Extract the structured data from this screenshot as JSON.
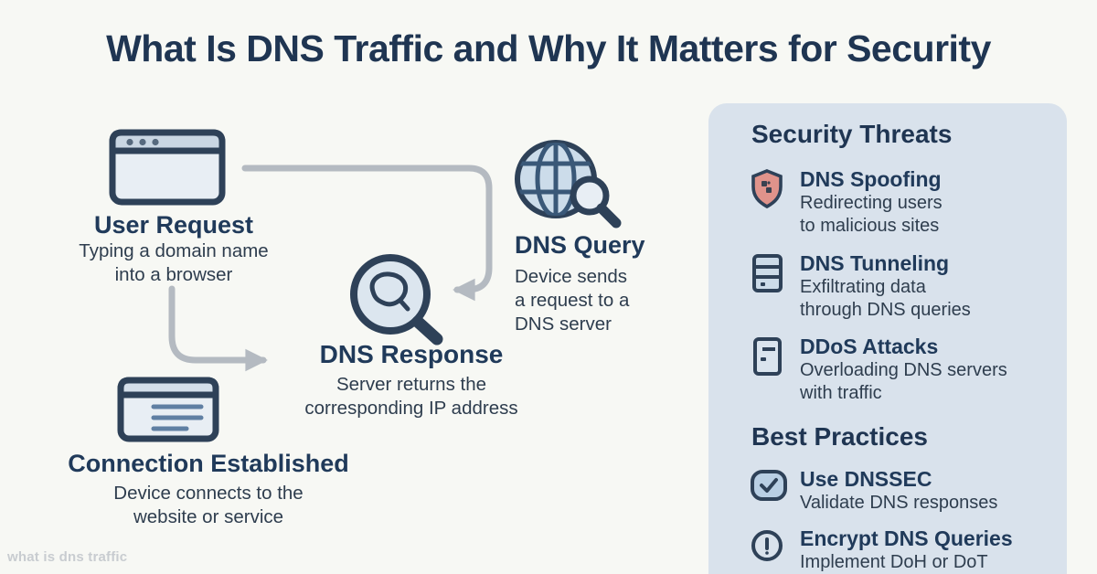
{
  "title": "What Is DNS Traffic and Why It Matters for Security",
  "watermark": "what is dns traffic",
  "flow": {
    "steps": [
      {
        "id": "user-request",
        "icon": "browser-icon",
        "title": "User Request",
        "desc_lines": [
          "Typing a domain name",
          "into a browser"
        ]
      },
      {
        "id": "dns-query",
        "icon": "globe-search-icon",
        "title": "DNS Query",
        "desc_lines": [
          "Device sends",
          "a request to a",
          "DNS server"
        ]
      },
      {
        "id": "dns-response",
        "icon": "magnifier-icon",
        "title": "DNS Response",
        "desc_lines": [
          "Server returns the",
          "corresponding IP address"
        ]
      },
      {
        "id": "connection-established",
        "icon": "card-icon",
        "title": "Connection Established",
        "desc_lines": [
          "Device connects to the",
          "website or service"
        ]
      }
    ]
  },
  "panel": {
    "threats_header": "Security Threats",
    "threats": [
      {
        "icon": "shield-bug-icon",
        "title": "DNS Spoofing",
        "desc_lines": [
          "Redirecting users",
          "to malicious sites"
        ]
      },
      {
        "icon": "server-stack-icon",
        "title": "DNS Tunneling",
        "desc_lines": [
          "Exfiltrating data",
          "through DNS queries"
        ]
      },
      {
        "icon": "server-icon",
        "title": "DDoS Attacks",
        "desc_lines": [
          "Overloading DNS servers",
          "with traffic"
        ]
      }
    ],
    "practices_header": "Best Practices",
    "practices": [
      {
        "icon": "checkbox-check-icon",
        "title": "Use DNSSEC",
        "desc_lines": [
          "Validate DNS responses"
        ]
      },
      {
        "icon": "info-circle-icon",
        "title": "Encrypt DNS Queries",
        "desc_lines": [
          "Implement DoH or DoT"
        ]
      }
    ]
  },
  "colors": {
    "background": "#f7f8f4",
    "panel_bg": "#d9e2ec",
    "heading_navy": "#1f3552",
    "body_text": "#2e3d4e",
    "icon_outline": "#2e4158",
    "icon_fill_light": "#e8eef4",
    "icon_fill_mid": "#c9d6e3",
    "icon_accent_blue": "#5f7fa3",
    "connector_gray": "#b4bac1",
    "shield_fill": "#e0938b",
    "check_fill": "#b9cfe4",
    "watermark_gray": "#c8ccd0"
  }
}
